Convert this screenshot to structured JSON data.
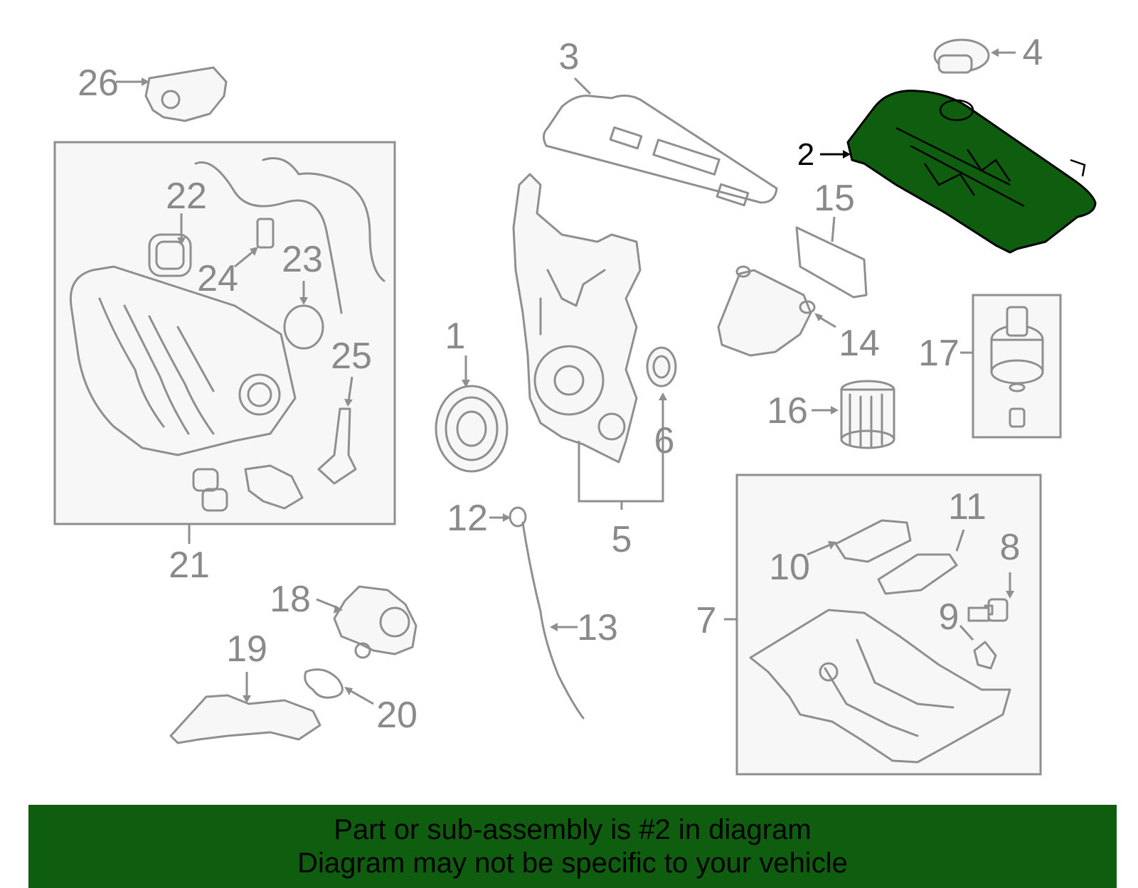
{
  "callouts": {
    "c1": "1",
    "c2": "2",
    "c3": "3",
    "c4": "4",
    "c5": "5",
    "c6": "6",
    "c7": "7",
    "c8": "8",
    "c9": "9",
    "c10": "10",
    "c11": "11",
    "c12": "12",
    "c13": "13",
    "c14": "14",
    "c15": "15",
    "c16": "16",
    "c17": "17",
    "c18": "18",
    "c19": "19",
    "c20": "20",
    "c21": "21",
    "c22": "22",
    "c23": "23",
    "c24": "24",
    "c25": "25",
    "c26": "26"
  },
  "highlight": {
    "part_number": "2",
    "color": "#0f5e0f"
  },
  "banner": {
    "line1": "Part or sub-assembly is #2 in diagram",
    "line2": "Diagram may not be specific to your vehicle",
    "background": "#0f5e0f"
  }
}
